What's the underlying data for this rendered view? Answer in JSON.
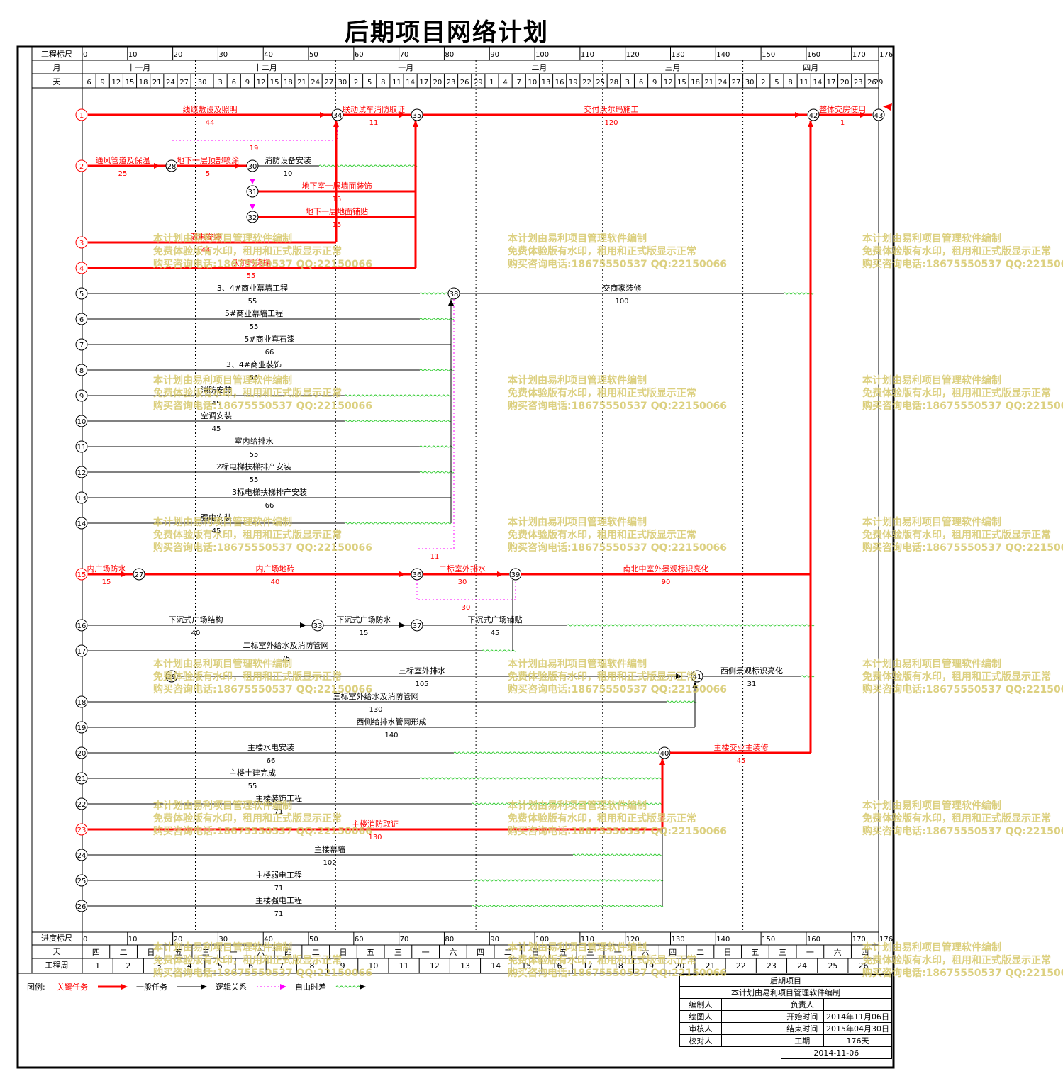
{
  "title": "后期项目网络计划",
  "header": {
    "scale_label": "工程标尺",
    "month_label": "月",
    "day_label": "天",
    "scale_ticks": [
      "0",
      "10",
      "20",
      "30",
      "40",
      "50",
      "60",
      "70",
      "80",
      "90",
      "100",
      "110",
      "120",
      "130",
      "140",
      "150",
      "160",
      "170",
      "176"
    ],
    "months": [
      "十一月",
      "十二月",
      "一月",
      "二月",
      "三月",
      "四月"
    ],
    "days": [
      "6",
      "9",
      "12",
      "15",
      "18",
      "21",
      "24",
      "27",
      "30",
      "3",
      "6",
      "9",
      "12",
      "15",
      "18",
      "21",
      "24",
      "27",
      "30",
      "2",
      "5",
      "8",
      "11",
      "14",
      "17",
      "20",
      "23",
      "26",
      "29",
      "1",
      "4",
      "7",
      "10",
      "13",
      "16",
      "19",
      "22",
      "25",
      "28",
      "3",
      "6",
      "9",
      "12",
      "15",
      "18",
      "21",
      "24",
      "27",
      "30",
      "2",
      "5",
      "8",
      "11",
      "14",
      "17",
      "20",
      "23",
      "26",
      "29"
    ]
  },
  "bottom": {
    "progress_label": "进度标尺",
    "day_label": "天",
    "week_label": "工程周",
    "weekdays": [
      "四",
      "二",
      "日",
      "五",
      "三",
      "一",
      "六",
      "四",
      "二",
      "日",
      "五",
      "三",
      "一",
      "六",
      "四",
      "二",
      "日",
      "五",
      "三",
      "一",
      "六",
      "四",
      "二",
      "日",
      "五",
      "三",
      "一",
      "六",
      "四"
    ],
    "weeks": [
      "1",
      "2",
      "3",
      "4",
      "5",
      "6",
      "7",
      "8",
      "9",
      "10",
      "11",
      "12",
      "13",
      "14",
      "15",
      "16",
      "17",
      "18",
      "19",
      "20",
      "21",
      "22",
      "23",
      "24",
      "25",
      "26"
    ]
  },
  "rows": [
    "1",
    "2",
    "3",
    "4",
    "5",
    "6",
    "7",
    "8",
    "9",
    "10",
    "11",
    "12",
    "13",
    "14",
    "15",
    "16",
    "17",
    "18",
    "19",
    "20",
    "21",
    "22",
    "23",
    "24",
    "25",
    "26"
  ],
  "nodes": [
    "27",
    "28",
    "29",
    "30",
    "31",
    "32",
    "33",
    "34",
    "35",
    "36",
    "37",
    "38",
    "39",
    "40",
    "41",
    "42",
    "43"
  ],
  "tasks": [
    {
      "name": "线缆敷设及照明",
      "dur": "44",
      "critical": true
    },
    {
      "name": "联动试车消防取证",
      "dur": "11",
      "critical": true
    },
    {
      "name": "交付沃尔玛施工",
      "dur": "120",
      "critical": true
    },
    {
      "name": "整体交房使用",
      "dur": "1",
      "critical": true
    },
    {
      "name": "通风管道及保温",
      "dur": "25",
      "critical": true
    },
    {
      "name": "地下一层顶部喷涂",
      "dur": "5",
      "critical": true
    },
    {
      "name": "消防设备安装",
      "dur": "10",
      "critical": false
    },
    {
      "name": "地下室一层墙面装饰",
      "dur": "15",
      "critical": true
    },
    {
      "name": "地下一层地面铺贴",
      "dur": "15",
      "critical": true
    },
    {
      "name": "弱电安装",
      "dur": "44",
      "critical": true
    },
    {
      "name": "沃尔玛货梯",
      "dur": "55",
      "critical": true
    },
    {
      "name": "3、4#商业幕墙工程",
      "dur": "55",
      "critical": false
    },
    {
      "name": "交商家装修",
      "dur": "100",
      "critical": false
    },
    {
      "name": "5#商业幕墙工程",
      "dur": "55",
      "critical": false
    },
    {
      "name": "5#商业真石漆",
      "dur": "66",
      "critical": false
    },
    {
      "name": "3、4#商业装饰",
      "dur": "55",
      "critical": false
    },
    {
      "name": "消防安装",
      "dur": "45",
      "critical": false
    },
    {
      "name": "空调安装",
      "dur": "45",
      "critical": false
    },
    {
      "name": "室内给排水",
      "dur": "55",
      "critical": false
    },
    {
      "name": "2标电梯扶梯排产安装",
      "dur": "55",
      "critical": false
    },
    {
      "name": "3标电梯扶梯排产安装",
      "dur": "66",
      "critical": false
    },
    {
      "name": "强电安装",
      "dur": "45",
      "critical": false
    },
    {
      "name": "内广场防水",
      "dur": "15",
      "critical": true
    },
    {
      "name": "内广场地砖",
      "dur": "40",
      "critical": true
    },
    {
      "name": "二标室外排水",
      "dur": "30",
      "critical": true
    },
    {
      "name": "南北中室外景观标识亮化",
      "dur": "90",
      "critical": true
    },
    {
      "name": "下沉式广场结构",
      "dur": "40",
      "critical": false
    },
    {
      "name": "下沉式广场防水",
      "dur": "15",
      "critical": false
    },
    {
      "name": "下沉式广场铺贴",
      "dur": "45",
      "critical": false
    },
    {
      "name": "二标室外给水及消防管网",
      "dur": "75",
      "critical": false
    },
    {
      "name": "三标室外排水",
      "dur": "105",
      "critical": false
    },
    {
      "name": "西侧景观标识亮化",
      "dur": "31",
      "critical": false
    },
    {
      "name": "三标室外给水及消防管网",
      "dur": "130",
      "critical": false
    },
    {
      "name": "西侧给排水管网形成",
      "dur": "140",
      "critical": false
    },
    {
      "name": "主楼水电安装",
      "dur": "66",
      "critical": false
    },
    {
      "name": "主楼交业主装修",
      "dur": "45",
      "critical": true
    },
    {
      "name": "主楼土建完成",
      "dur": "55",
      "critical": false
    },
    {
      "name": "主楼装饰工程",
      "dur": "71",
      "critical": false
    },
    {
      "name": "主楼消防取证",
      "dur": "130",
      "critical": true
    },
    {
      "name": "主楼幕墙",
      "dur": "102",
      "critical": false
    },
    {
      "name": "主楼弱电工程",
      "dur": "71",
      "critical": false
    },
    {
      "name": "主楼强电工程",
      "dur": "71",
      "critical": false
    }
  ],
  "float_labels": [
    "19",
    "11",
    "30"
  ],
  "legend": {
    "label": "图例:",
    "critical": "关键任务",
    "normal": "一般任务",
    "logic": "逻辑关系",
    "free_float": "自由时差"
  },
  "footer": {
    "project": "后期项目",
    "software": "本计划由易利项目管理软件编制",
    "editor": "编制人",
    "owner": "负责人",
    "drawer": "绘图人",
    "start_label": "开始时间",
    "start": "2014年11月06日",
    "reviewer": "审核人",
    "end_label": "结束时间",
    "end": "2015年04月30日",
    "checker": "校对人",
    "duration_label": "工期",
    "duration": "176天",
    "date": "2014-11-06"
  },
  "watermark": {
    "line1": "本计划由易利项目管理软件编制",
    "line2": "免费体验版有水印，租用和正式版显示正常",
    "line3": "购买咨询电话:18675550537 QQ:22150066"
  },
  "colors": {
    "critical": "#ff0000",
    "normal": "#000000",
    "free": "#33cc33",
    "logic": "#ff00ff",
    "watermark": "#d6c86a"
  }
}
